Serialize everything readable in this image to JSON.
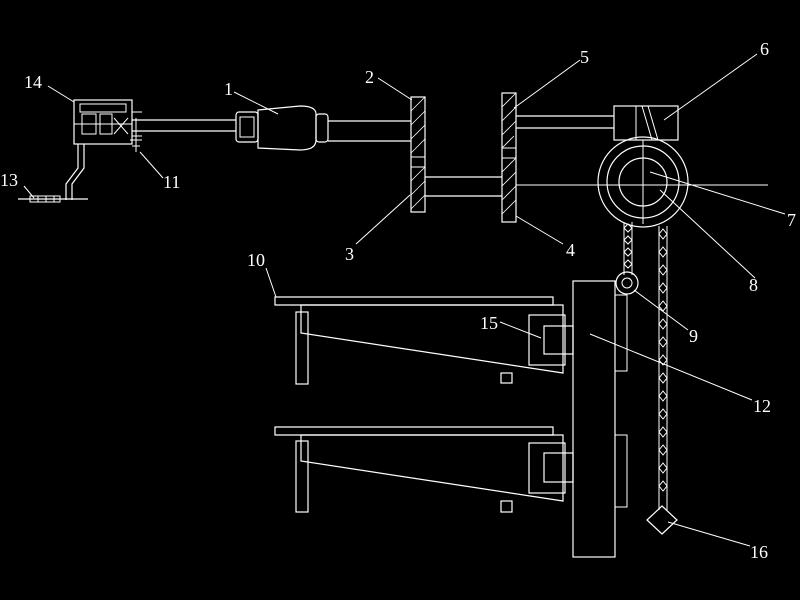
{
  "labels": {
    "n1": "1",
    "n2": "2",
    "n3": "3",
    "n4": "4",
    "n5": "5",
    "n6": "6",
    "n7": "7",
    "n8": "8",
    "n9": "9",
    "n10": "10",
    "n11": "11",
    "n12": "12",
    "n13": "13",
    "n14": "14",
    "n15": "15",
    "n16": "16"
  },
  "colors": {
    "background": "#000000",
    "line": "#ffffff"
  }
}
